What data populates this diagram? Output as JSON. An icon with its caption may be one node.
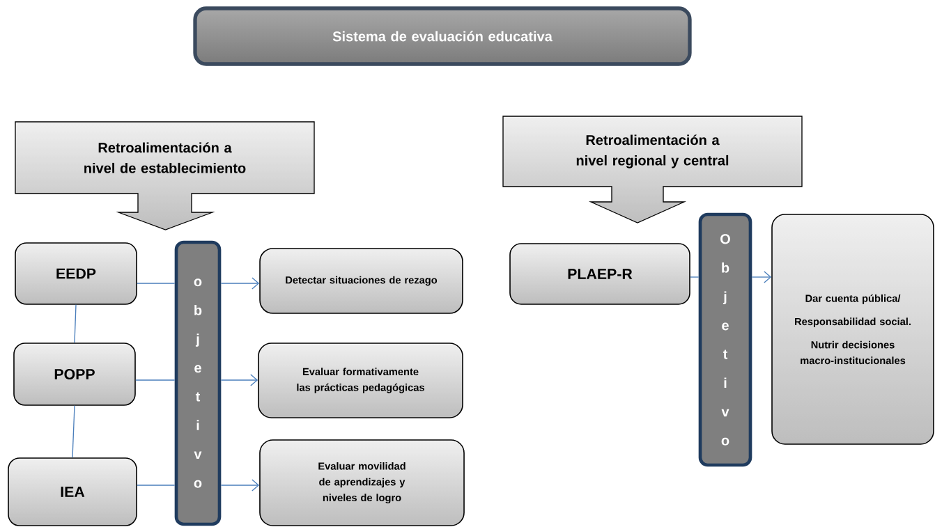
{
  "diagram": {
    "nodes": [
      {
        "text": [
          "Sistema de evaluación educativa"
        ]
      },
      {
        "text": [
          "Retroalimentación a nivel de establecimiento"
        ]
      },
      {
        "text": [
          "Retroalimentación a nivel regional y central"
        ]
      },
      {
        "text": [
          "EEDP"
        ]
      },
      {
        "text": [
          "POPP"
        ]
      },
      {
        "text": [
          "IEA"
        ]
      },
      {
        "text": [
          "o b j e t i v o"
        ]
      },
      {
        "text": [
          "Detectar situaciones de rezago"
        ]
      },
      {
        "text": [
          "Evaluar formativamente las prácticas pedagógicas"
        ]
      },
      {
        "text": [
          "Evaluar movilidad de aprendizajes y niveles de logro"
        ]
      },
      {
        "text": [
          "PLAEP-R"
        ]
      },
      {
        "text": [
          "O b j e t i v o"
        ]
      },
      {
        "text": [
          "Dar cuenta pública/",
          "Responsabilidad social.",
          "Nutrir decisiones macro-institucionales"
        ]
      }
    ],
    "edges": [
      {
        "from": 3,
        "to": 4,
        "arrow": "none"
      },
      {
        "from": 4,
        "to": 5,
        "arrow": "none"
      },
      {
        "from": 3,
        "to": 6,
        "arrow": "none"
      },
      {
        "from": 6,
        "to": 7,
        "arrow": "to"
      },
      {
        "from": 4,
        "to": 6,
        "arrow": "none"
      },
      {
        "from": 6,
        "to": 8,
        "arrow": "to"
      },
      {
        "from": 5,
        "to": 6,
        "arrow": "none"
      },
      {
        "from": 6,
        "to": 9,
        "arrow": "to"
      },
      {
        "from": 10,
        "to": 11,
        "arrow": "none"
      },
      {
        "from": 11,
        "to": 12,
        "arrow": "to"
      }
    ]
  }
}
